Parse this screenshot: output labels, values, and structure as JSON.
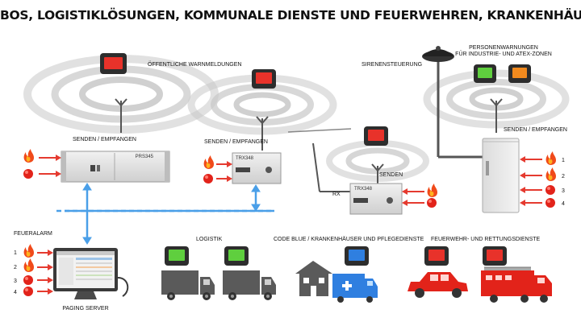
{
  "title": "BOS, LOGISTIKLÖSUNGEN, KOMMUNALE DIENSTE UND FEUERWEHREN, KRANKENHÄUSER UND PFLEGE",
  "labels": {
    "public_warnings": "ÖFFENTLICHE WARNMELDUNGEN",
    "siren_control": "SIRENENSTEUERUNG",
    "person_warnings_line1": "PERSONENWARNUNGEN",
    "person_warnings_line2": "FÜR INDUSTRIE- UND ATEX-ZONEN",
    "send_receive_left": "SENDEN / EMPFANGEN",
    "send_receive_mid": "SENDEN / EMPFANGEN",
    "send_receive_right": "SENDEN / EMPFANGEN",
    "send": "SENDEN",
    "rx": "RX",
    "fire_alarm": "FEUERALARM",
    "paging_server": "PAGING SERVER",
    "logistics": "LOGISTIK",
    "code_blue": "CODE BLUE / KRANKENHÄUSER UND PFLEGEDIENSTE",
    "fire_rescue": "FEUERWEHR- UND RETTUNGSDIENSTE"
  },
  "devices": {
    "prs": "PRS345",
    "trx_mid": "TRX348",
    "trx_right": "TRX348"
  },
  "input_numbers_left": [
    "1",
    "2",
    "3",
    "4"
  ],
  "input_numbers_right": [
    "1",
    "2",
    "3",
    "4"
  ],
  "colors": {
    "pager_red": "#e8322a",
    "pager_green": "#5fcf3e",
    "pager_orange": "#f28a1e",
    "pager_blue": "#2f7fe0",
    "arrow_red": "#e53a2f",
    "link_blue": "#4a9fe8",
    "vehicle_grey": "#5a5a5a",
    "fire_red": "#e2231a"
  }
}
